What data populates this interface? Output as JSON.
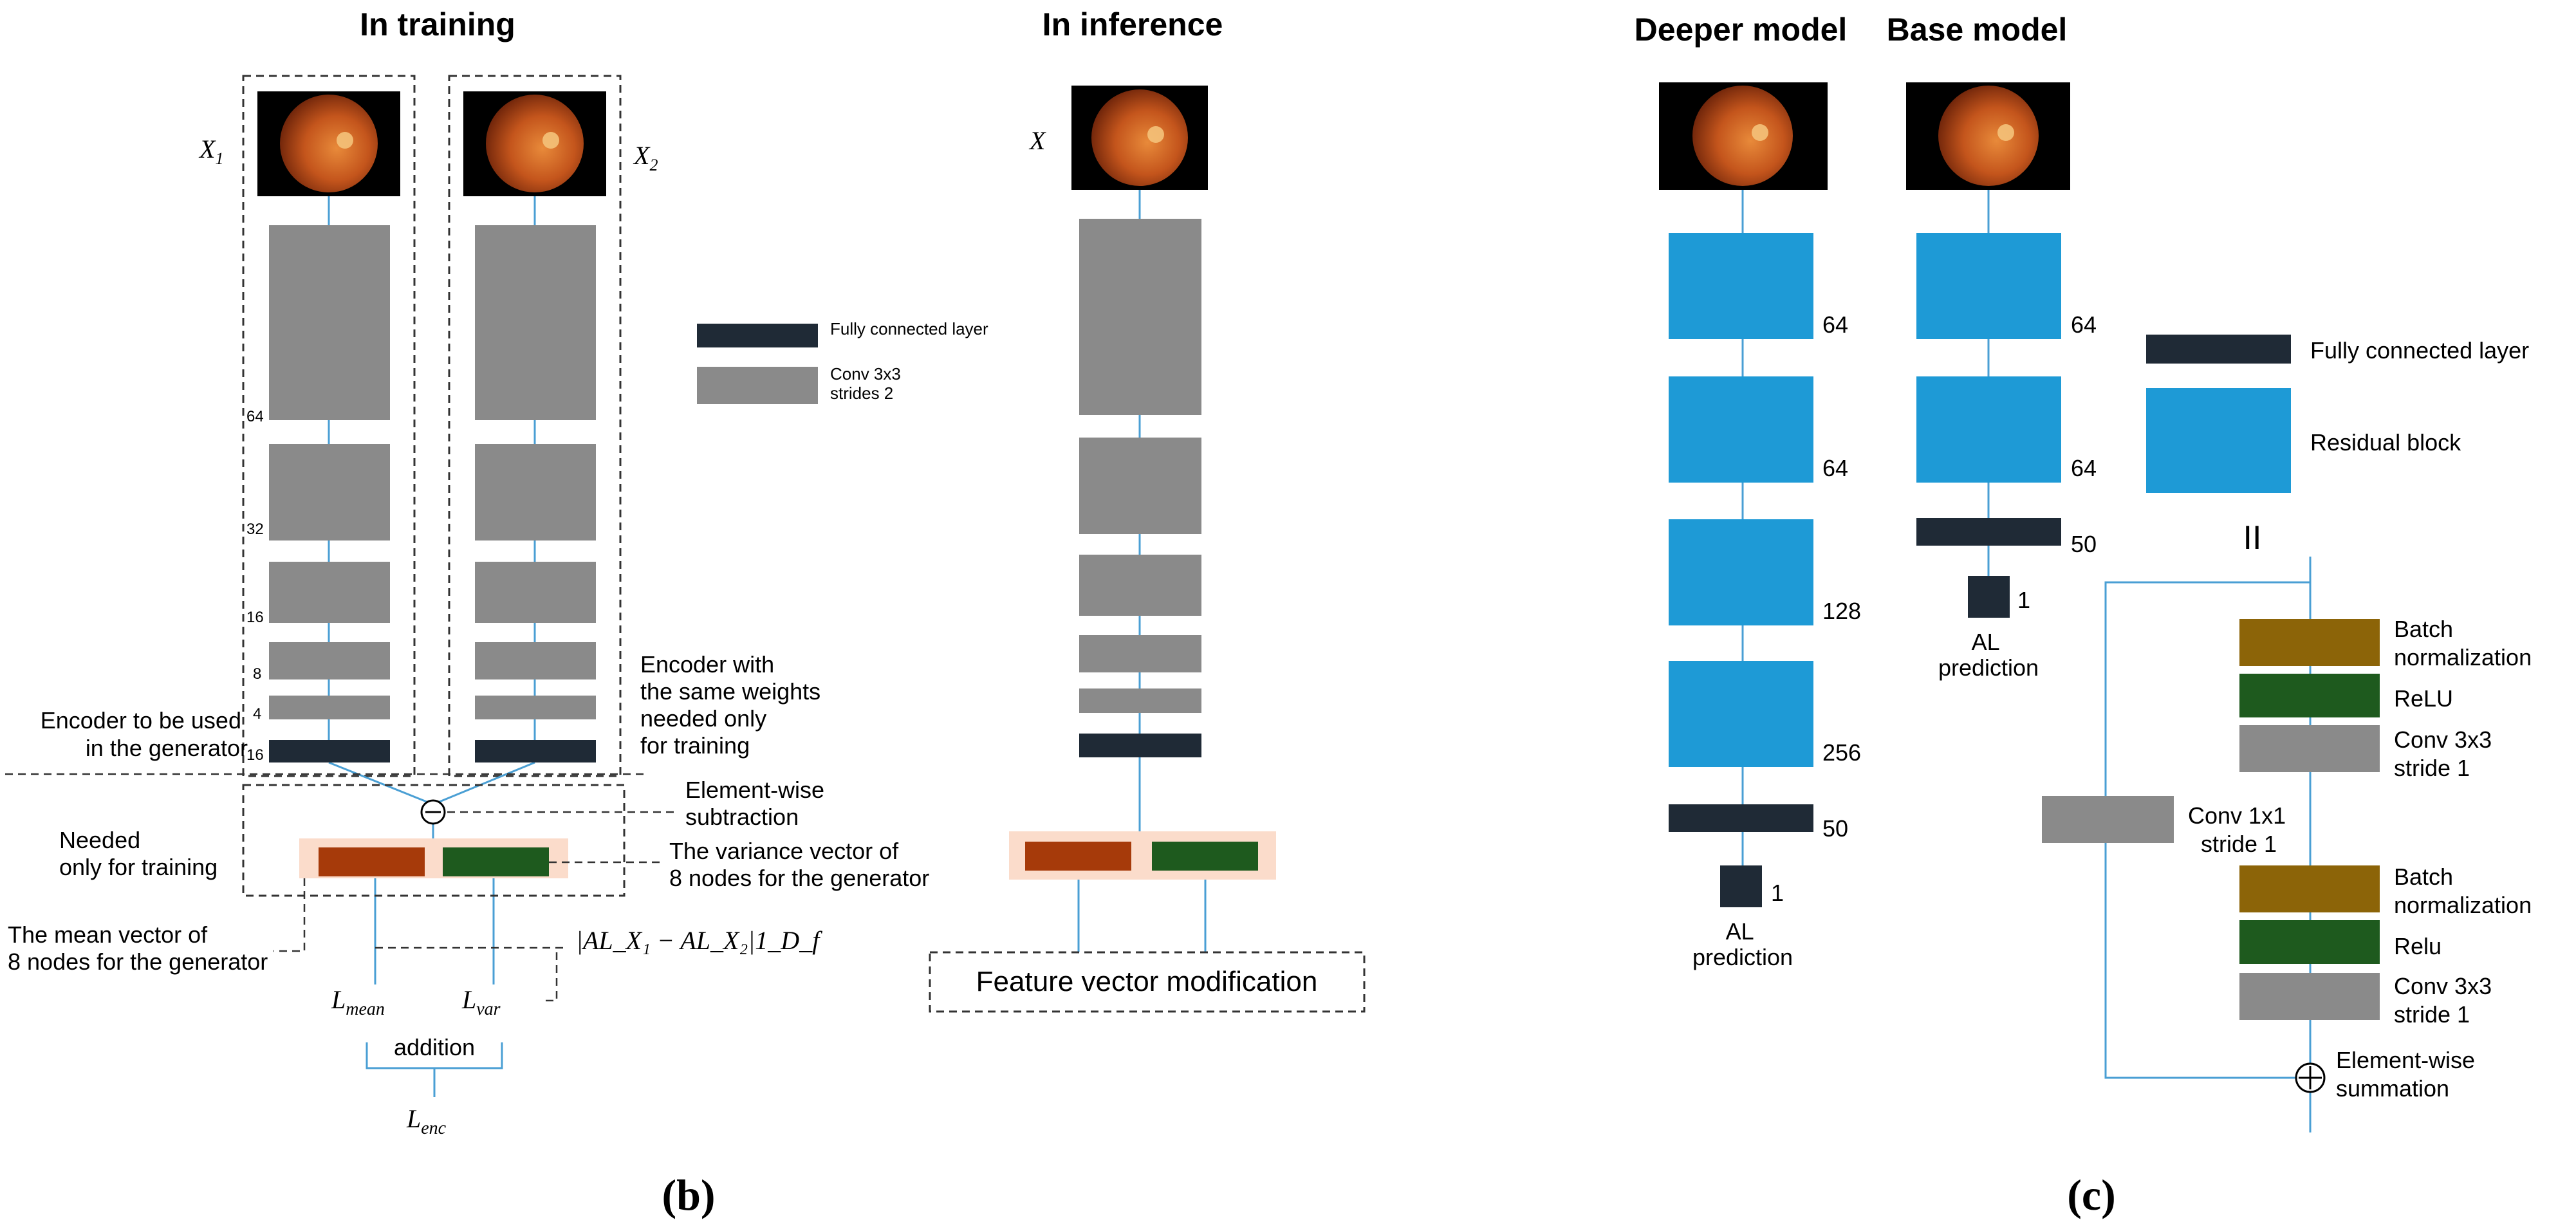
{
  "colors": {
    "conv": "#8a8a8a",
    "fc": "#1f2a36",
    "residual": "#1e9ad6",
    "mean_vector": "#a63a0a",
    "variance_vector": "#1e5a1e",
    "batch_norm": "#8c6408",
    "relu": "#1e5a1e",
    "highlight": "#fbdccb",
    "connector": "#4a9fd4"
  },
  "panel_b": {
    "label": "(b)",
    "training": {
      "title": "In training",
      "input_left": "X",
      "input_left_sub": "1",
      "input_right": "X",
      "input_right_sub": "2",
      "layer_sizes": [
        "64",
        "32",
        "16",
        "8",
        "4",
        "16"
      ],
      "encoder_generator_note": [
        "Encoder to be used",
        "in the generator"
      ],
      "encoder_shared_note": [
        "Encoder with",
        "the same weights",
        "needed only",
        "for training"
      ],
      "subtraction_note": [
        "Element-wise",
        "subtraction"
      ],
      "training_only_note": [
        "Needed",
        "only for training"
      ],
      "variance_note": [
        "The variance vector of",
        "8 nodes for the generator"
      ],
      "mean_note": [
        "The mean vector of",
        "8 nodes for the generator"
      ],
      "loss_mean": "L",
      "loss_mean_sub": "mean",
      "loss_var": "L",
      "loss_var_sub": "var",
      "loss_formula": "|AL_X₁ − AL_X₂|1_D_f",
      "addition_label": "addition",
      "loss_enc": "L",
      "loss_enc_sub": "enc"
    },
    "legend": {
      "fc_label": "Fully connected layer",
      "conv_label": [
        "Conv 3x3",
        "strides 2"
      ]
    },
    "inference": {
      "title": "In inference",
      "input": "X",
      "output_label": "Feature vector modification"
    }
  },
  "panel_c": {
    "label": "(c)",
    "deeper": {
      "title": "Deeper model",
      "block_sizes": [
        "64",
        "64",
        "128",
        "256"
      ],
      "fc_size": "50",
      "output_size": "1",
      "output_label": [
        "AL",
        "prediction"
      ]
    },
    "base": {
      "title": "Base model",
      "block_sizes": [
        "64",
        "64"
      ],
      "fc_size": "50",
      "output_size": "1",
      "output_label": [
        "AL",
        "prediction"
      ]
    },
    "legend": {
      "fc_label": "Fully connected layer",
      "residual_label": "Residual block",
      "equals": "II"
    },
    "residual_detail": {
      "bn1": [
        "Batch",
        "normalization"
      ],
      "relu1": "ReLU",
      "conv1": [
        "Conv 3x3",
        "stride 1"
      ],
      "shortcut": [
        "Conv 1x1",
        "stride 1"
      ],
      "bn2": [
        "Batch",
        "normalization"
      ],
      "relu2": "Relu",
      "conv2": [
        "Conv 3x3",
        "stride 1"
      ],
      "sum_label": [
        "Element-wise",
        "summation"
      ]
    }
  }
}
